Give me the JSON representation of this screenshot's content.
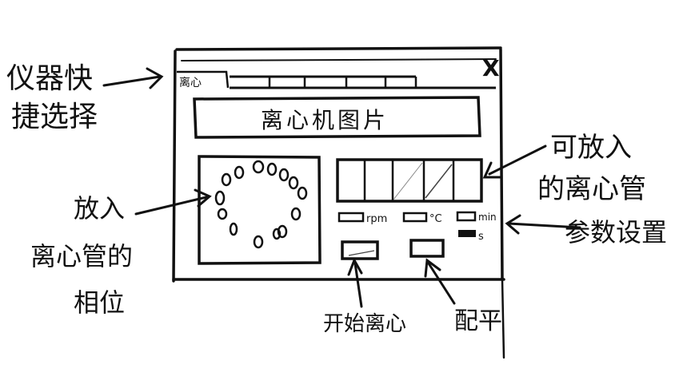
{
  "window": {
    "close_label": "X",
    "first_tab_label": "离心",
    "title_text": "离心机图片"
  },
  "params": {
    "rpm_unit": "rpm",
    "temp_unit": "°C",
    "min_unit": "min",
    "sec_unit": "s"
  },
  "annotations": {
    "instrument_switch": [
      "仪器快",
      "捷选择"
    ],
    "tube_positions": [
      "放入",
      "离心管的",
      "相位"
    ],
    "tube_slots": [
      "可放入",
      "的离心管"
    ],
    "param_settings": "参数设置",
    "start_button": "开始离心",
    "balance_button": "配平"
  }
}
